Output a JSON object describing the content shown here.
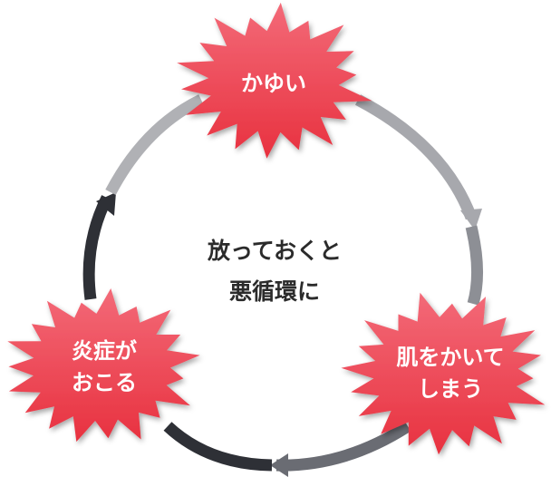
{
  "center": {
    "line1": "放っておくと",
    "line2": "悪循環に"
  },
  "nodes": [
    {
      "id": "itch",
      "lines": [
        "かゆい"
      ]
    },
    {
      "id": "scratch",
      "lines": [
        "肌をかいて",
        "しまう"
      ]
    },
    {
      "id": "inflammation",
      "lines": [
        "炎症が",
        "おこる"
      ]
    }
  ],
  "colors": {
    "burst_fill_top": "#f36a78",
    "burst_fill_bottom": "#e8313f",
    "arc_light": "#b0b1b5",
    "arc_mid": "#7d7f86",
    "arc_dark": "#2e3036",
    "center_text": "#2b2b2b"
  }
}
